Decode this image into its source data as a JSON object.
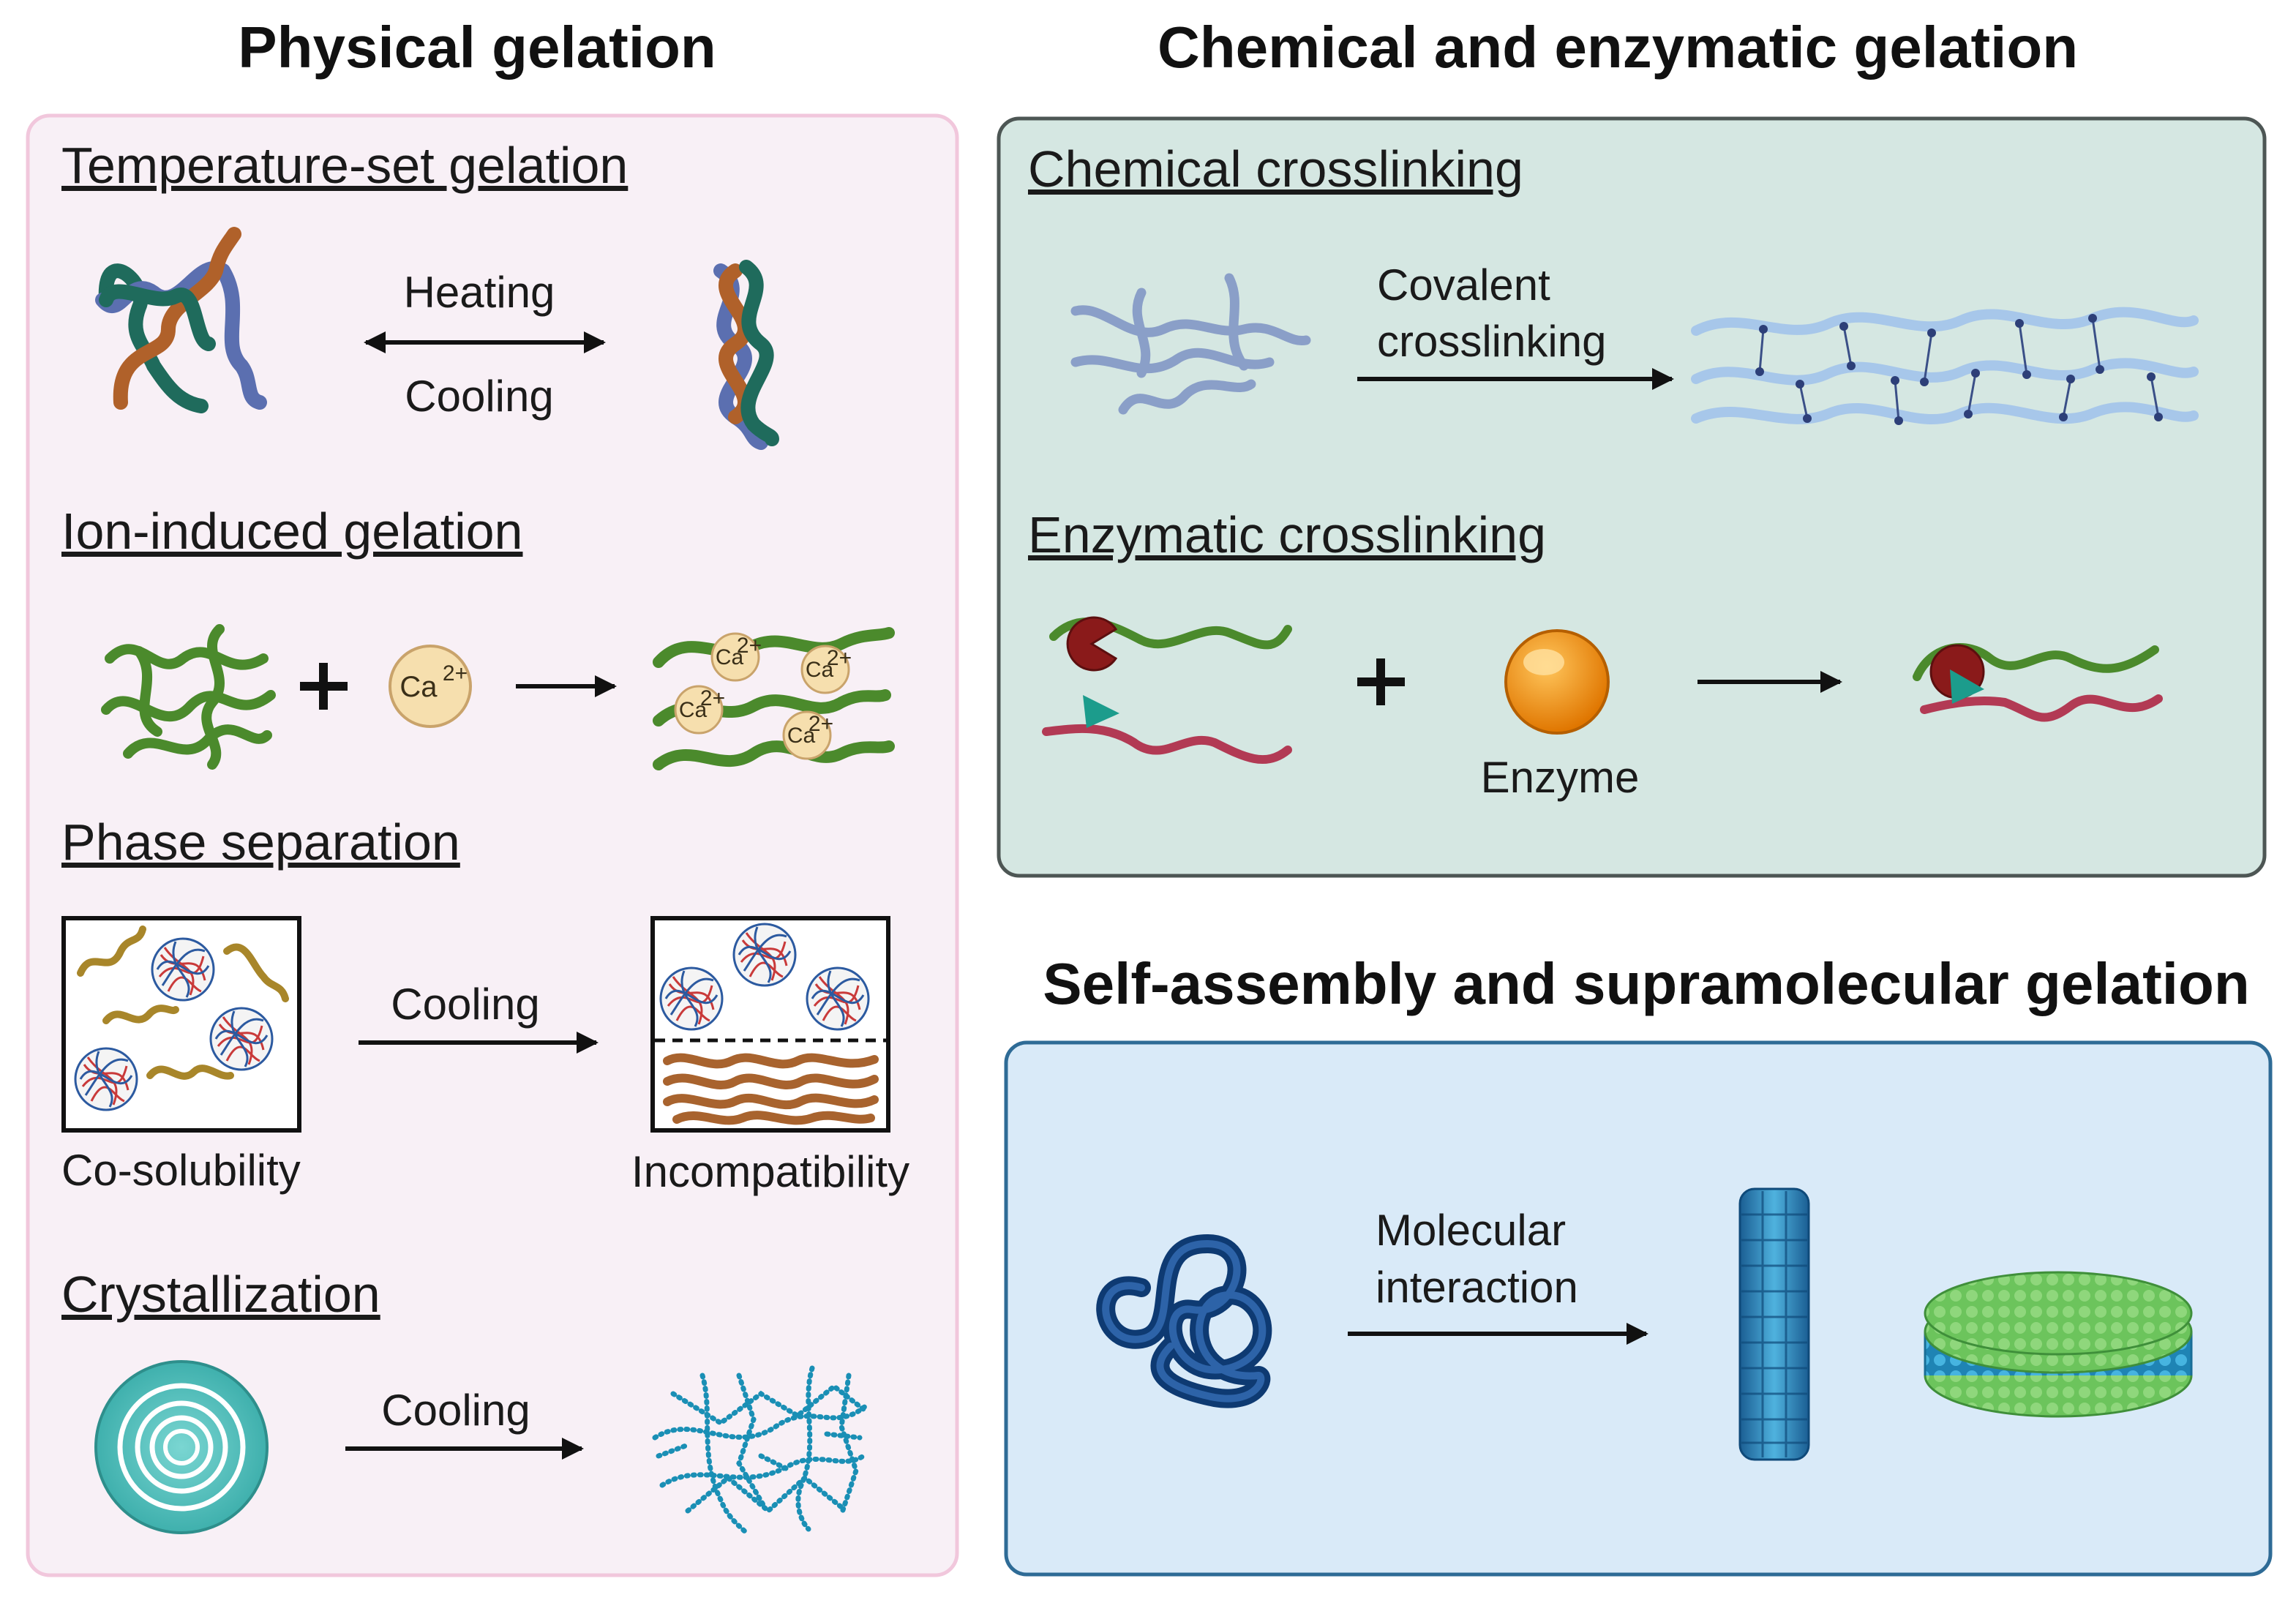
{
  "physical": {
    "title": "Physical gelation",
    "temperature": {
      "title": "Temperature-set gelation",
      "heating": "Heating",
      "cooling": "Cooling"
    },
    "ion": {
      "title": "Ion-induced gelation",
      "ion_label": "Ca",
      "ion_charge": "2+"
    },
    "phase": {
      "title": "Phase separation",
      "arrow_label": "Cooling",
      "left_caption": "Co-solubility",
      "right_caption": "Incompatibility"
    },
    "crystal": {
      "title": "Crystallization",
      "arrow_label": "Cooling"
    }
  },
  "chemical": {
    "title": "Chemical and enzymatic gelation",
    "crosslink": {
      "title": "Chemical crosslinking",
      "arrow_label_1": "Covalent",
      "arrow_label_2": "crosslinking"
    },
    "enzymatic": {
      "title": "Enzymatic crosslinking",
      "enzyme_label": "Enzyme"
    }
  },
  "self_assembly": {
    "title": "Self-assembly and supramolecular gelation",
    "arrow_label_1": "Molecular",
    "arrow_label_2": "interaction"
  },
  "colors": {
    "physical_bg": "#f8f0f6",
    "physical_border": "#f1c7dc",
    "chemical_bg": "#d5e7e2",
    "chemical_border": "#4d5654",
    "self_bg": "#d9eaf8",
    "self_border": "#2e6b96",
    "strand_teal": "#1f6b5c",
    "strand_blue": "#5b6fb0",
    "strand_brown": "#b0612a",
    "strand_green": "#4b8a2c",
    "strand_red": "#b23a54",
    "enzyme_orange": "#f08c10",
    "calcium": "#f6dfae"
  }
}
